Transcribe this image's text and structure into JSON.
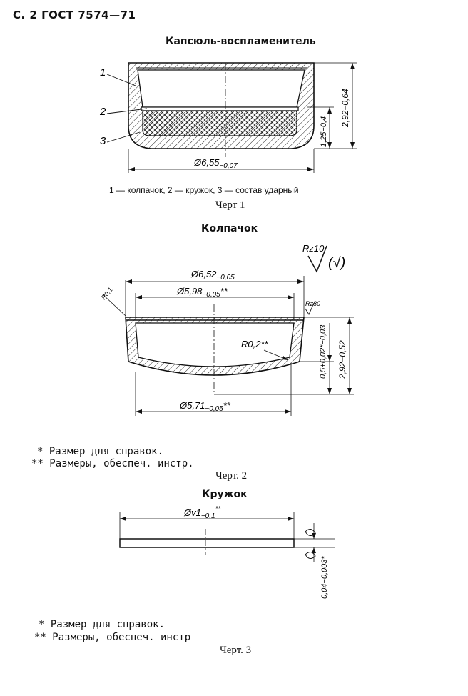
{
  "header": {
    "code": "С. 2 ГОСТ 7574—71"
  },
  "figure1": {
    "title": "Капсюль-воспламенитель",
    "callouts": [
      "1",
      "2",
      "3"
    ],
    "dims": {
      "diameter": "Ø6,55",
      "diameter_tol": "−0,07",
      "height_total": "2,92−0,64",
      "height_inner": "1,25−0,4"
    },
    "legend": "1 — колпачок, 2 — кружок, 3 — состав ударный",
    "caption": "Черт 1"
  },
  "figure2": {
    "title": "Колпачок",
    "roughness": "Rz10",
    "roughness_paren": "(√)",
    "dims": {
      "d_outer": "Ø6,52",
      "d_outer_tol": "−0,05",
      "d_inner": "Ø5,98",
      "d_inner_tol": "−0,05",
      "d_inner_mark": "**",
      "d_bottom": "Ø5,71",
      "d_bottom_tol": "−0,05",
      "d_bottom_mark": "**",
      "r_small": "R0,2**",
      "r_corner": "R0,1",
      "rz_small": "Rz80",
      "h_wall": "0,5+0,02*−0,03",
      "h_total": "2,92−0,52"
    },
    "caption": "Черт. 2"
  },
  "notes1": {
    "n1": "* Размер для справок.",
    "n2": "** Размеры, обеспеч. инстр."
  },
  "figure3": {
    "title": "Кружок",
    "dims": {
      "diameter": "Øv1",
      "diameter_tol": "−0,1",
      "diameter_mark": "**",
      "thickness": "0,04−0,003*"
    },
    "caption": "Черт. 3"
  },
  "notes2": {
    "n1": "* Размер для справок.",
    "n2": "** Размеры, обеспеч. инстр"
  }
}
